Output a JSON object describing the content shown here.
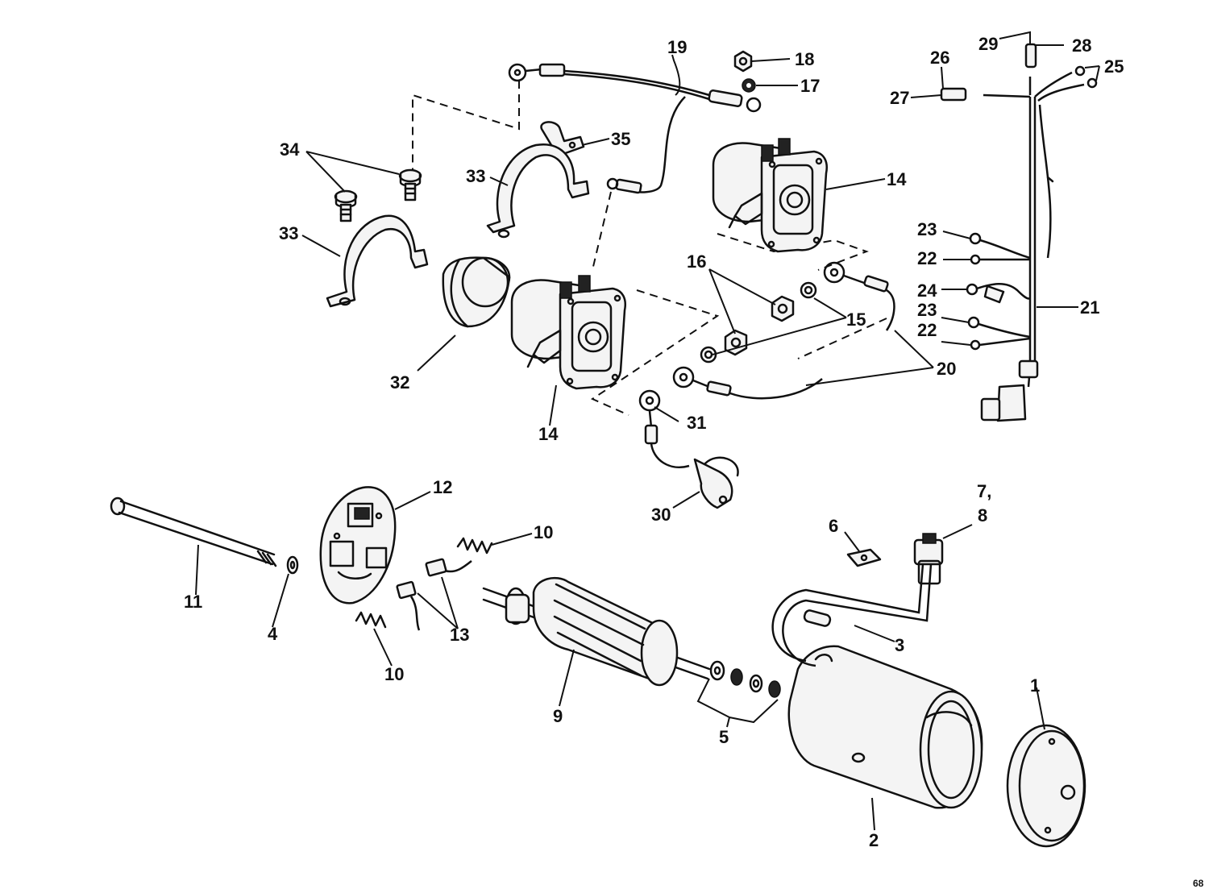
{
  "callouts": {
    "c1": "1",
    "c2": "2",
    "c3": "3",
    "c4": "4",
    "c5": "5",
    "c6": "6",
    "c7_8a": "7,",
    "c7_8b": "8",
    "c9": "9",
    "c10a": "10",
    "c10b": "10",
    "c11": "11",
    "c12": "12",
    "c13": "13",
    "c14a": "14",
    "c14b": "14",
    "c15": "15",
    "c16": "16",
    "c17": "17",
    "c18": "18",
    "c19": "19",
    "c20": "20",
    "c21": "21",
    "c22a": "22",
    "c22b": "22",
    "c23a": "23",
    "c23b": "23",
    "c24": "24",
    "c25": "25",
    "c26": "26",
    "c27": "27",
    "c28": "28",
    "c29": "29",
    "c30": "30",
    "c31": "31",
    "c32": "32",
    "c33a": "33",
    "c33b": "33",
    "c34": "34",
    "c35": "35"
  },
  "figure_number": "68"
}
